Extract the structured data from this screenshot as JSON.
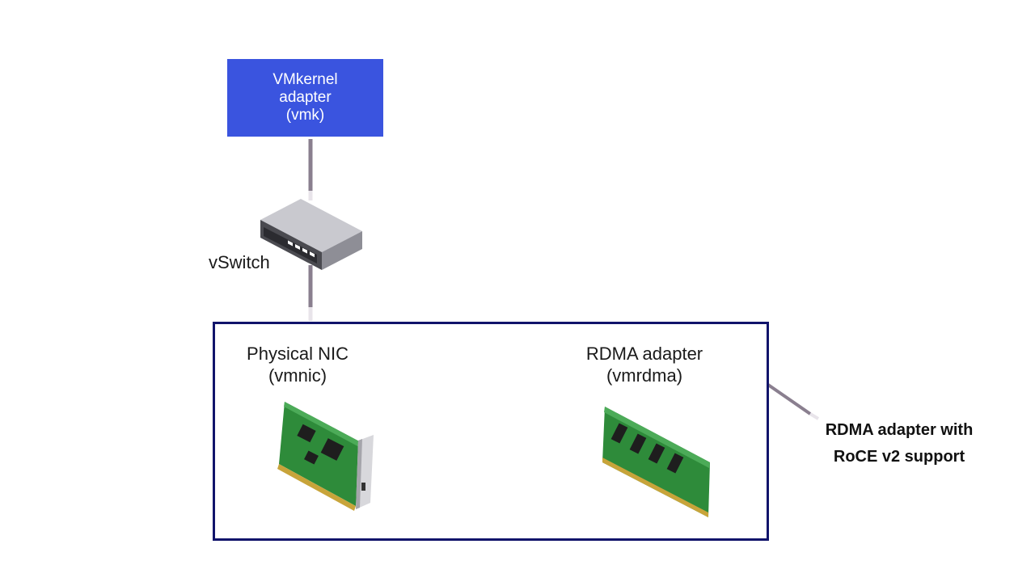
{
  "vmk": {
    "line1": "VMkernel",
    "line2": "adapter",
    "line3": "(vmk)"
  },
  "vswitch": {
    "label": "vSwitch"
  },
  "pnic": {
    "line1": "Physical NIC",
    "line2": "(vmnic)"
  },
  "rdma": {
    "line1": "RDMA adapter",
    "line2": "(vmrdma)"
  },
  "callout": {
    "line1": "RDMA adapter with",
    "line2": "RoCE v2 support"
  },
  "colors": {
    "vmk_fill": "#3a54df",
    "container_border": "#11146b",
    "connector": "#8a7f8f",
    "pcb_green": "#2e8b3a"
  }
}
